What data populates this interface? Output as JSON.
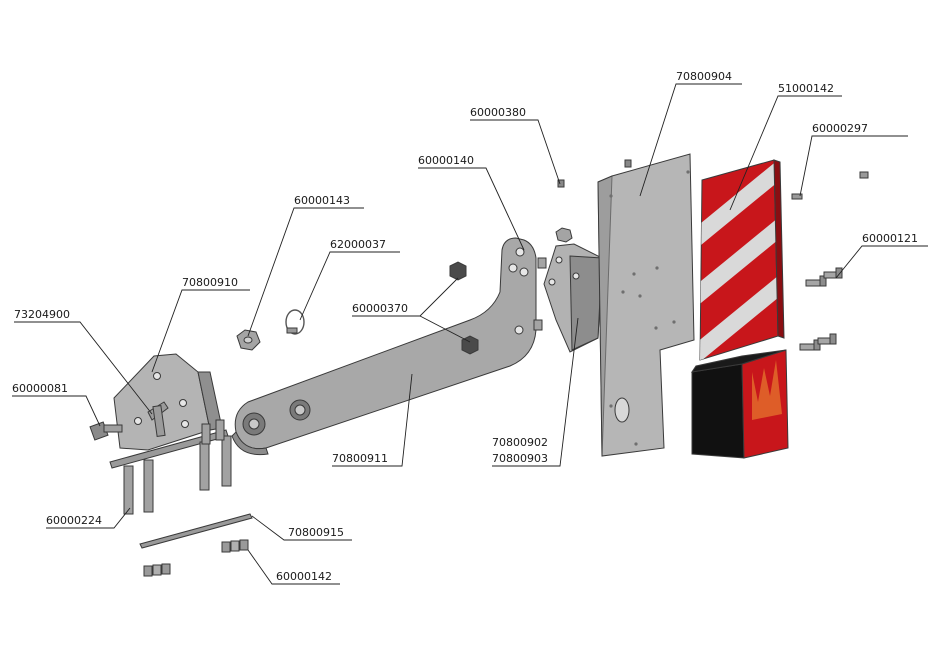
{
  "title": "",
  "colors": {
    "metal": "#a9a9a9",
    "metal_dark": "#7d7d7d",
    "metal_light": "#c9c9c9",
    "red": "#c8161b",
    "black": "#111111",
    "white_stripe": "#d9d9d9"
  },
  "callouts": [
    {
      "id": "c1",
      "label": "70800904"
    },
    {
      "id": "c2",
      "label": "51000142"
    },
    {
      "id": "c3",
      "label": "60000380"
    },
    {
      "id": "c4",
      "label": "60000297"
    },
    {
      "id": "c5",
      "label": "60000140"
    },
    {
      "id": "c6",
      "label": "60000143"
    },
    {
      "id": "c7",
      "label": "62000037"
    },
    {
      "id": "c8",
      "label": "60000121"
    },
    {
      "id": "c9",
      "label": "70800910"
    },
    {
      "id": "c10",
      "label": "60000370"
    },
    {
      "id": "c11",
      "label": "73204900"
    },
    {
      "id": "c12",
      "label": "60000081"
    },
    {
      "id": "c13",
      "label": "70800902"
    },
    {
      "id": "c14",
      "label": "70800903"
    },
    {
      "id": "c15",
      "label": "70800911"
    },
    {
      "id": "c16",
      "label": "60000224"
    },
    {
      "id": "c17",
      "label": "70800915"
    },
    {
      "id": "c18",
      "label": "60000142"
    }
  ]
}
